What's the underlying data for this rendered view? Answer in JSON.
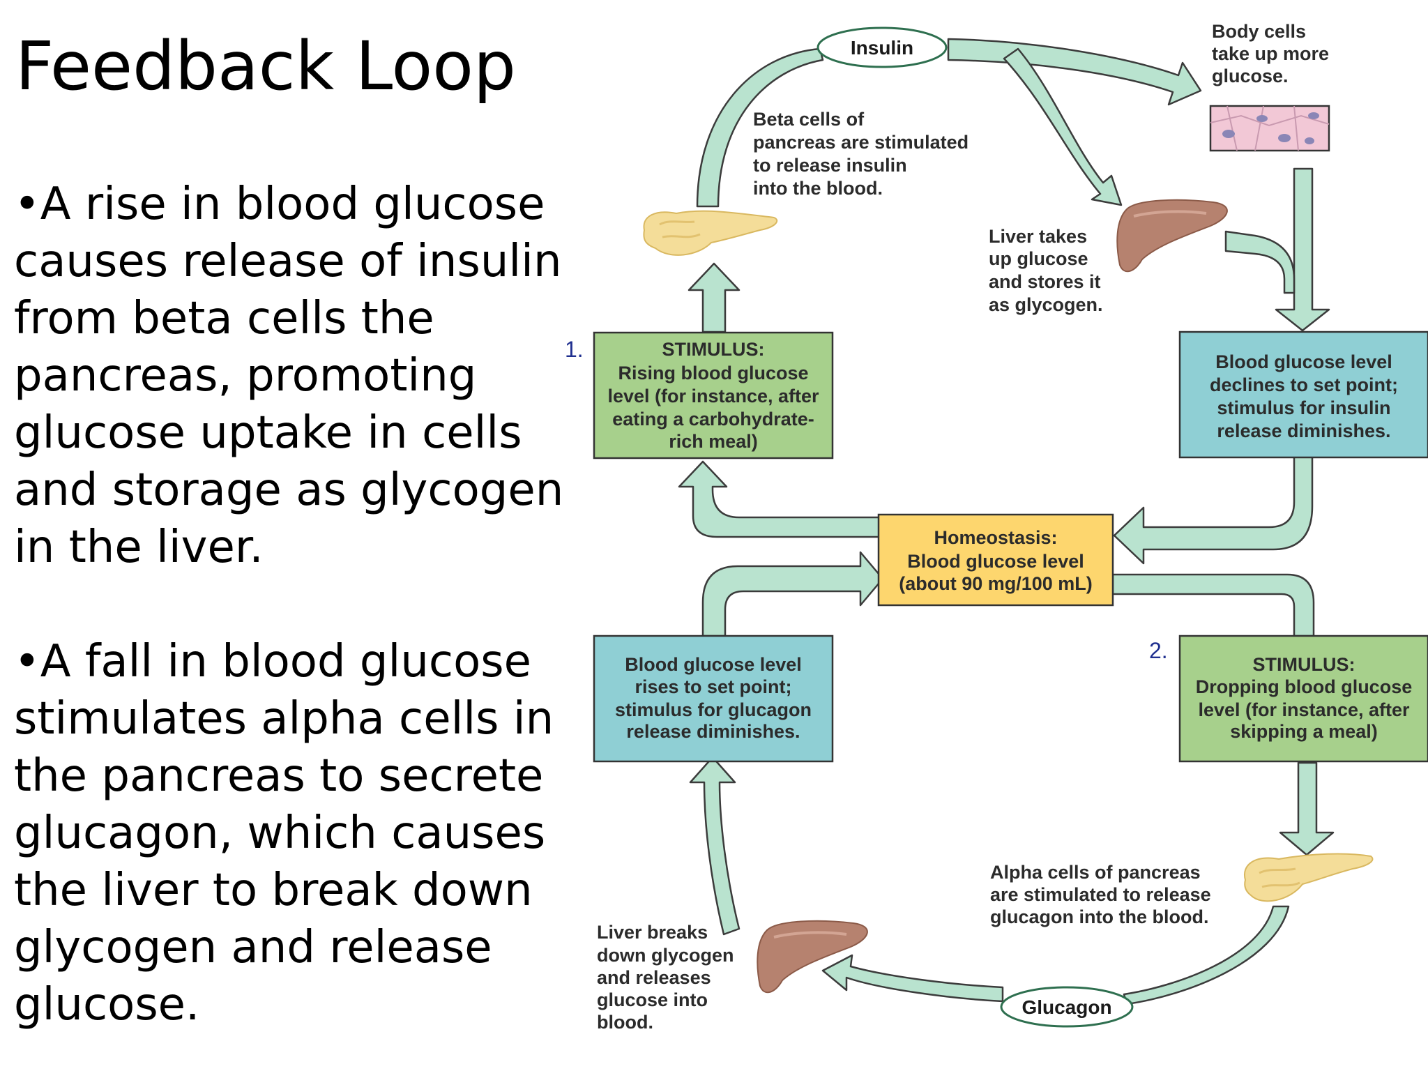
{
  "title": "Feedback Loop",
  "bullets": [
    {
      "marker": "•",
      "lines": [
        "A rise in blood glucose",
        "causes release of insulin",
        "from beta cells the",
        "pancreas, promoting",
        "glucose uptake in cells",
        "and storage as glycogen",
        "in the liver."
      ]
    },
    {
      "marker": "•",
      "lines": [
        "A fall in blood glucose",
        "stimulates alpha cells in",
        "the pancreas to secrete",
        "glucagon, which causes",
        "the liver to break down",
        "glycogen and release",
        "glucose."
      ]
    }
  ],
  "diagram": {
    "insulin_label": "Insulin",
    "glucagon_label": "Glucagon",
    "beta_cells": [
      "Beta cells of",
      "pancreas are stimulated",
      "to release insulin",
      "into the blood."
    ],
    "body_cells": [
      "Body cells",
      "take up more",
      "glucose."
    ],
    "liver_takes_up": [
      "Liver takes",
      "up glucose",
      "and stores it",
      "as glycogen."
    ],
    "stimulus_1_number": "1.",
    "stimulus_1": [
      "STIMULUS:",
      "Rising blood glucose",
      "level (for instance, after",
      "eating a carbohydrate-",
      "rich meal)"
    ],
    "declines_box": [
      "Blood glucose level",
      "declines to set point;",
      "stimulus for insulin",
      "release diminishes."
    ],
    "homeostasis_box": [
      "Homeostasis:",
      "Blood glucose level",
      "(about 90 mg/100 mL)"
    ],
    "rises_box": [
      "Blood glucose level",
      "rises to set point;",
      "stimulus for glucagon",
      "release diminishes."
    ],
    "stimulus_2_number": "2.",
    "stimulus_2": [
      "STIMULUS:",
      "Dropping blood glucose",
      "level (for instance, after",
      "skipping a meal)"
    ],
    "alpha_cells": [
      "Alpha cells of pancreas",
      "are stimulated to release",
      "glucagon into the blood."
    ],
    "liver_breaks_down": [
      "Liver breaks",
      "down glycogen",
      "and releases",
      "glucose into",
      "blood."
    ]
  }
}
